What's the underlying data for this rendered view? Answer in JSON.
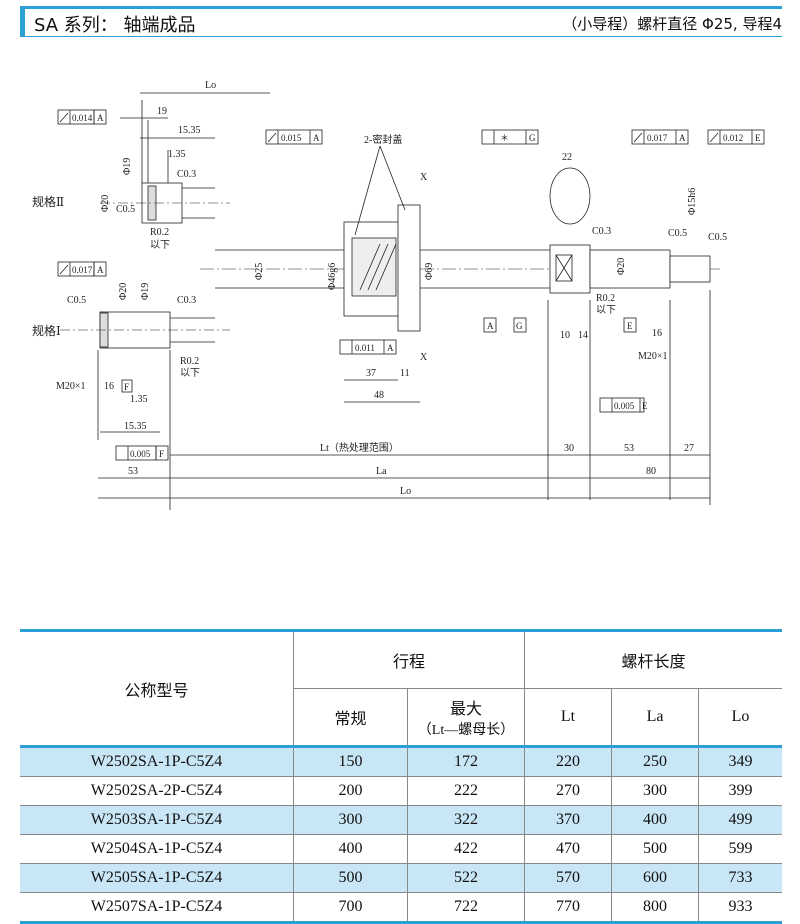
{
  "header": {
    "title": "SA 系列： 轴端成品",
    "subtitle": "（小导程）螺杆直径 Φ25, 导程4"
  },
  "drawing": {
    "spec2_label": "规格Ⅱ",
    "spec1_label": "规格Ⅰ",
    "seal_label": "2-密封盖",
    "heat_label": "Lt（热处理范围）",
    "lo_top": "Lo",
    "la_label": "La",
    "lo_bottom": "Lo",
    "dim_19": "19",
    "dim_1535": "15.35",
    "dim_135": "1.35",
    "dim_c03": "C0.3",
    "dim_c05": "C0.5",
    "dim_r02": "R0.2",
    "dim_r02_sub": "以下",
    "dim_phi19": "Φ19",
    "dim_phi20": "Φ20",
    "dim_phi25": "Φ25",
    "dim_phi46": "Φ46g6",
    "dim_phi69": "Φ69",
    "dim_phi15h6": "Φ15h6",
    "dim_22": "22",
    "dim_37": "37",
    "dim_11": "11",
    "dim_48": "48",
    "dim_10": "10",
    "dim_14": "14",
    "dim_16": "16",
    "dim_m20": "M20×1",
    "dim_53": "53",
    "dim_30": "30",
    "dim_53b": "53",
    "dim_27": "27",
    "dim_80": "80",
    "tol_0014": "0.014",
    "tol_0017": "0.017",
    "tol_0015": "0.015",
    "tol_0011": "0.011",
    "tol_0005": "0.005",
    "tol_0012": "0.012",
    "tol_star": "＊",
    "datum_a": "A",
    "datum_e": "E",
    "datum_f": "F",
    "datum_g": "G",
    "x_mark": "X"
  },
  "table": {
    "col_model": "公称型号",
    "col_stroke": "行程",
    "col_length": "螺杆长度",
    "col_normal": "常规",
    "col_max": "最大",
    "col_max_sub": "（Lt—螺母长）",
    "col_lt": "Lt",
    "col_la": "La",
    "col_lo": "Lo",
    "rows": [
      {
        "model": "W2502SA-1P-C5Z4",
        "normal": "150",
        "max": "172",
        "lt": "220",
        "la": "250",
        "lo": "349"
      },
      {
        "model": "W2502SA-2P-C5Z4",
        "normal": "200",
        "max": "222",
        "lt": "270",
        "la": "300",
        "lo": "399"
      },
      {
        "model": "W2503SA-1P-C5Z4",
        "normal": "300",
        "max": "322",
        "lt": "370",
        "la": "400",
        "lo": "499"
      },
      {
        "model": "W2504SA-1P-C5Z4",
        "normal": "400",
        "max": "422",
        "lt": "470",
        "la": "500",
        "lo": "599"
      },
      {
        "model": "W2505SA-1P-C5Z4",
        "normal": "500",
        "max": "522",
        "lt": "570",
        "la": "600",
        "lo": "733"
      },
      {
        "model": "W2507SA-1P-C5Z4",
        "normal": "700",
        "max": "722",
        "lt": "770",
        "la": "800",
        "lo": "933"
      }
    ]
  },
  "colors": {
    "accent": "#2c9fd6",
    "row_highlight": "#c8e6f5"
  }
}
